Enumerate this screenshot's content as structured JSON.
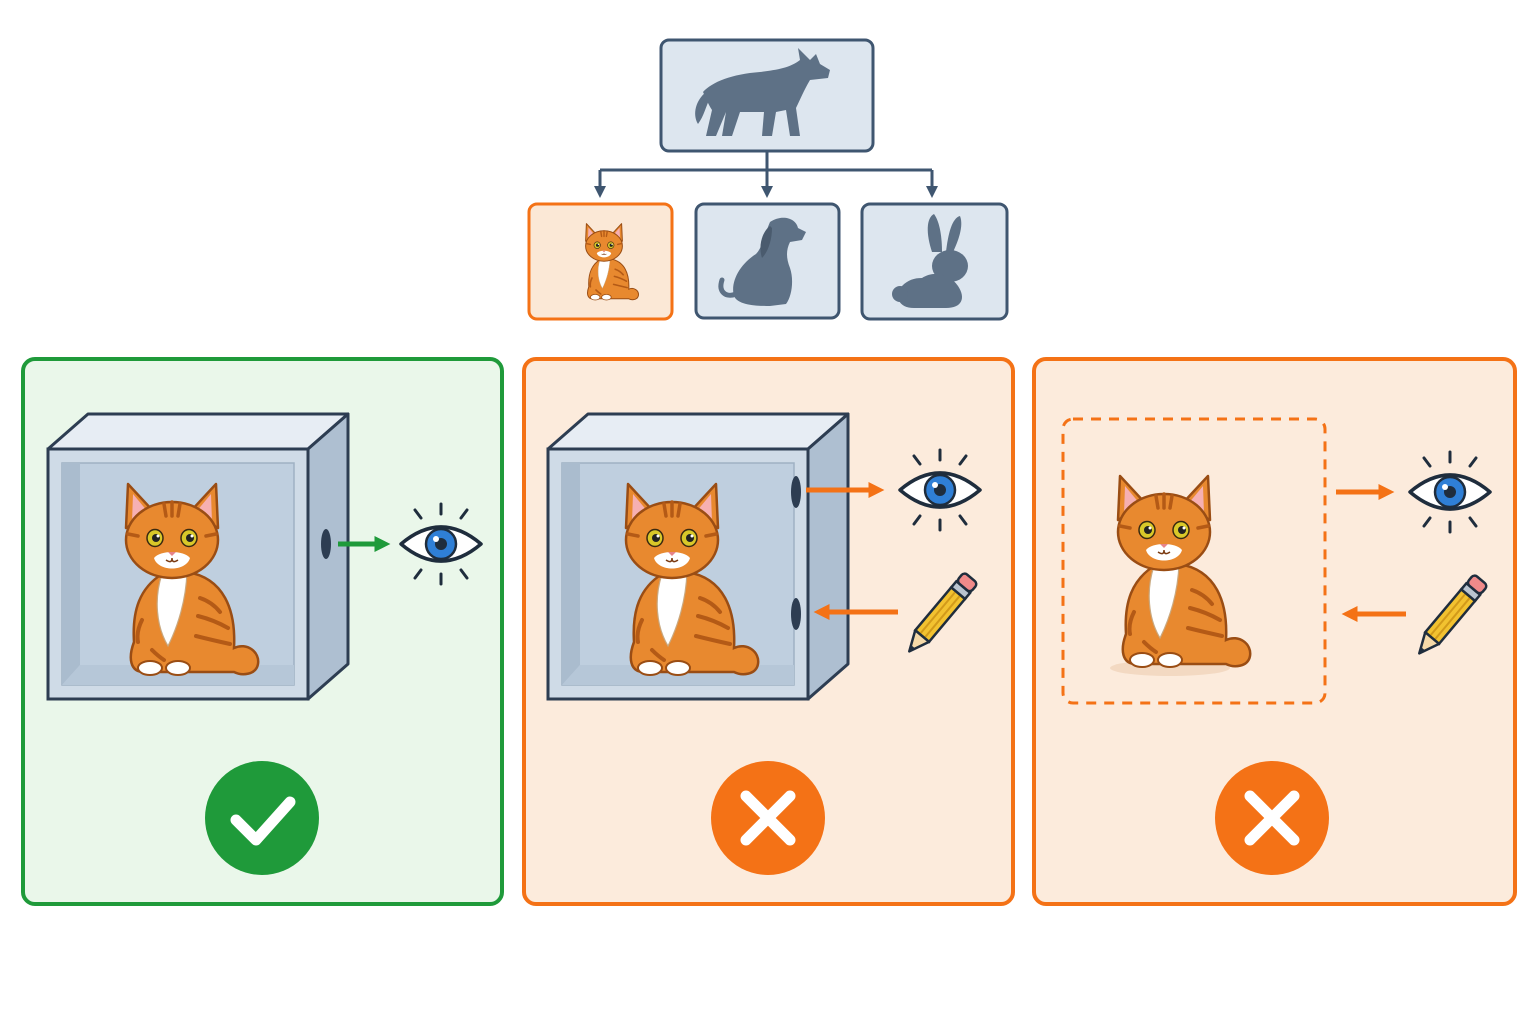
{
  "colors": {
    "green": "#1f9a3a",
    "green_fill": "#eaf7ea",
    "orange": "#f47216",
    "orange_fill": "#fcebdc",
    "slate": "#3f5670",
    "slate_fill": "#dde6ef",
    "cat_orange": "#e8892f",
    "eye_blue": "#2f7fd6",
    "pencil_yellow": "#f2c230",
    "pencil_tip": "#f08a8a"
  },
  "hierarchy": {
    "parent": {
      "icon": "wolf-icon"
    },
    "children": [
      {
        "icon": "cat-icon",
        "highlighted": true
      },
      {
        "icon": "dog-icon",
        "highlighted": false
      },
      {
        "icon": "rabbit-icon",
        "highlighted": false
      }
    ]
  },
  "panels": [
    {
      "status": "correct",
      "icons": [
        "box-icon",
        "cat-icon",
        "eye-icon"
      ],
      "arrows": [
        "out-to-eye"
      ],
      "badge_icon": "checkmark-icon",
      "badge_color": "#1f9a3a"
    },
    {
      "status": "incorrect",
      "icons": [
        "box-icon",
        "cat-icon",
        "eye-icon",
        "pencil-icon"
      ],
      "arrows": [
        "out-to-eye",
        "in-from-pencil"
      ],
      "badge_icon": "cross-icon",
      "badge_color": "#f47216"
    },
    {
      "status": "incorrect",
      "icons": [
        "dashed-frame-icon",
        "cat-icon",
        "eye-icon",
        "pencil-icon"
      ],
      "arrows": [
        "out-to-eye",
        "in-from-pencil"
      ],
      "badge_icon": "cross-icon",
      "badge_color": "#f47216"
    }
  ]
}
